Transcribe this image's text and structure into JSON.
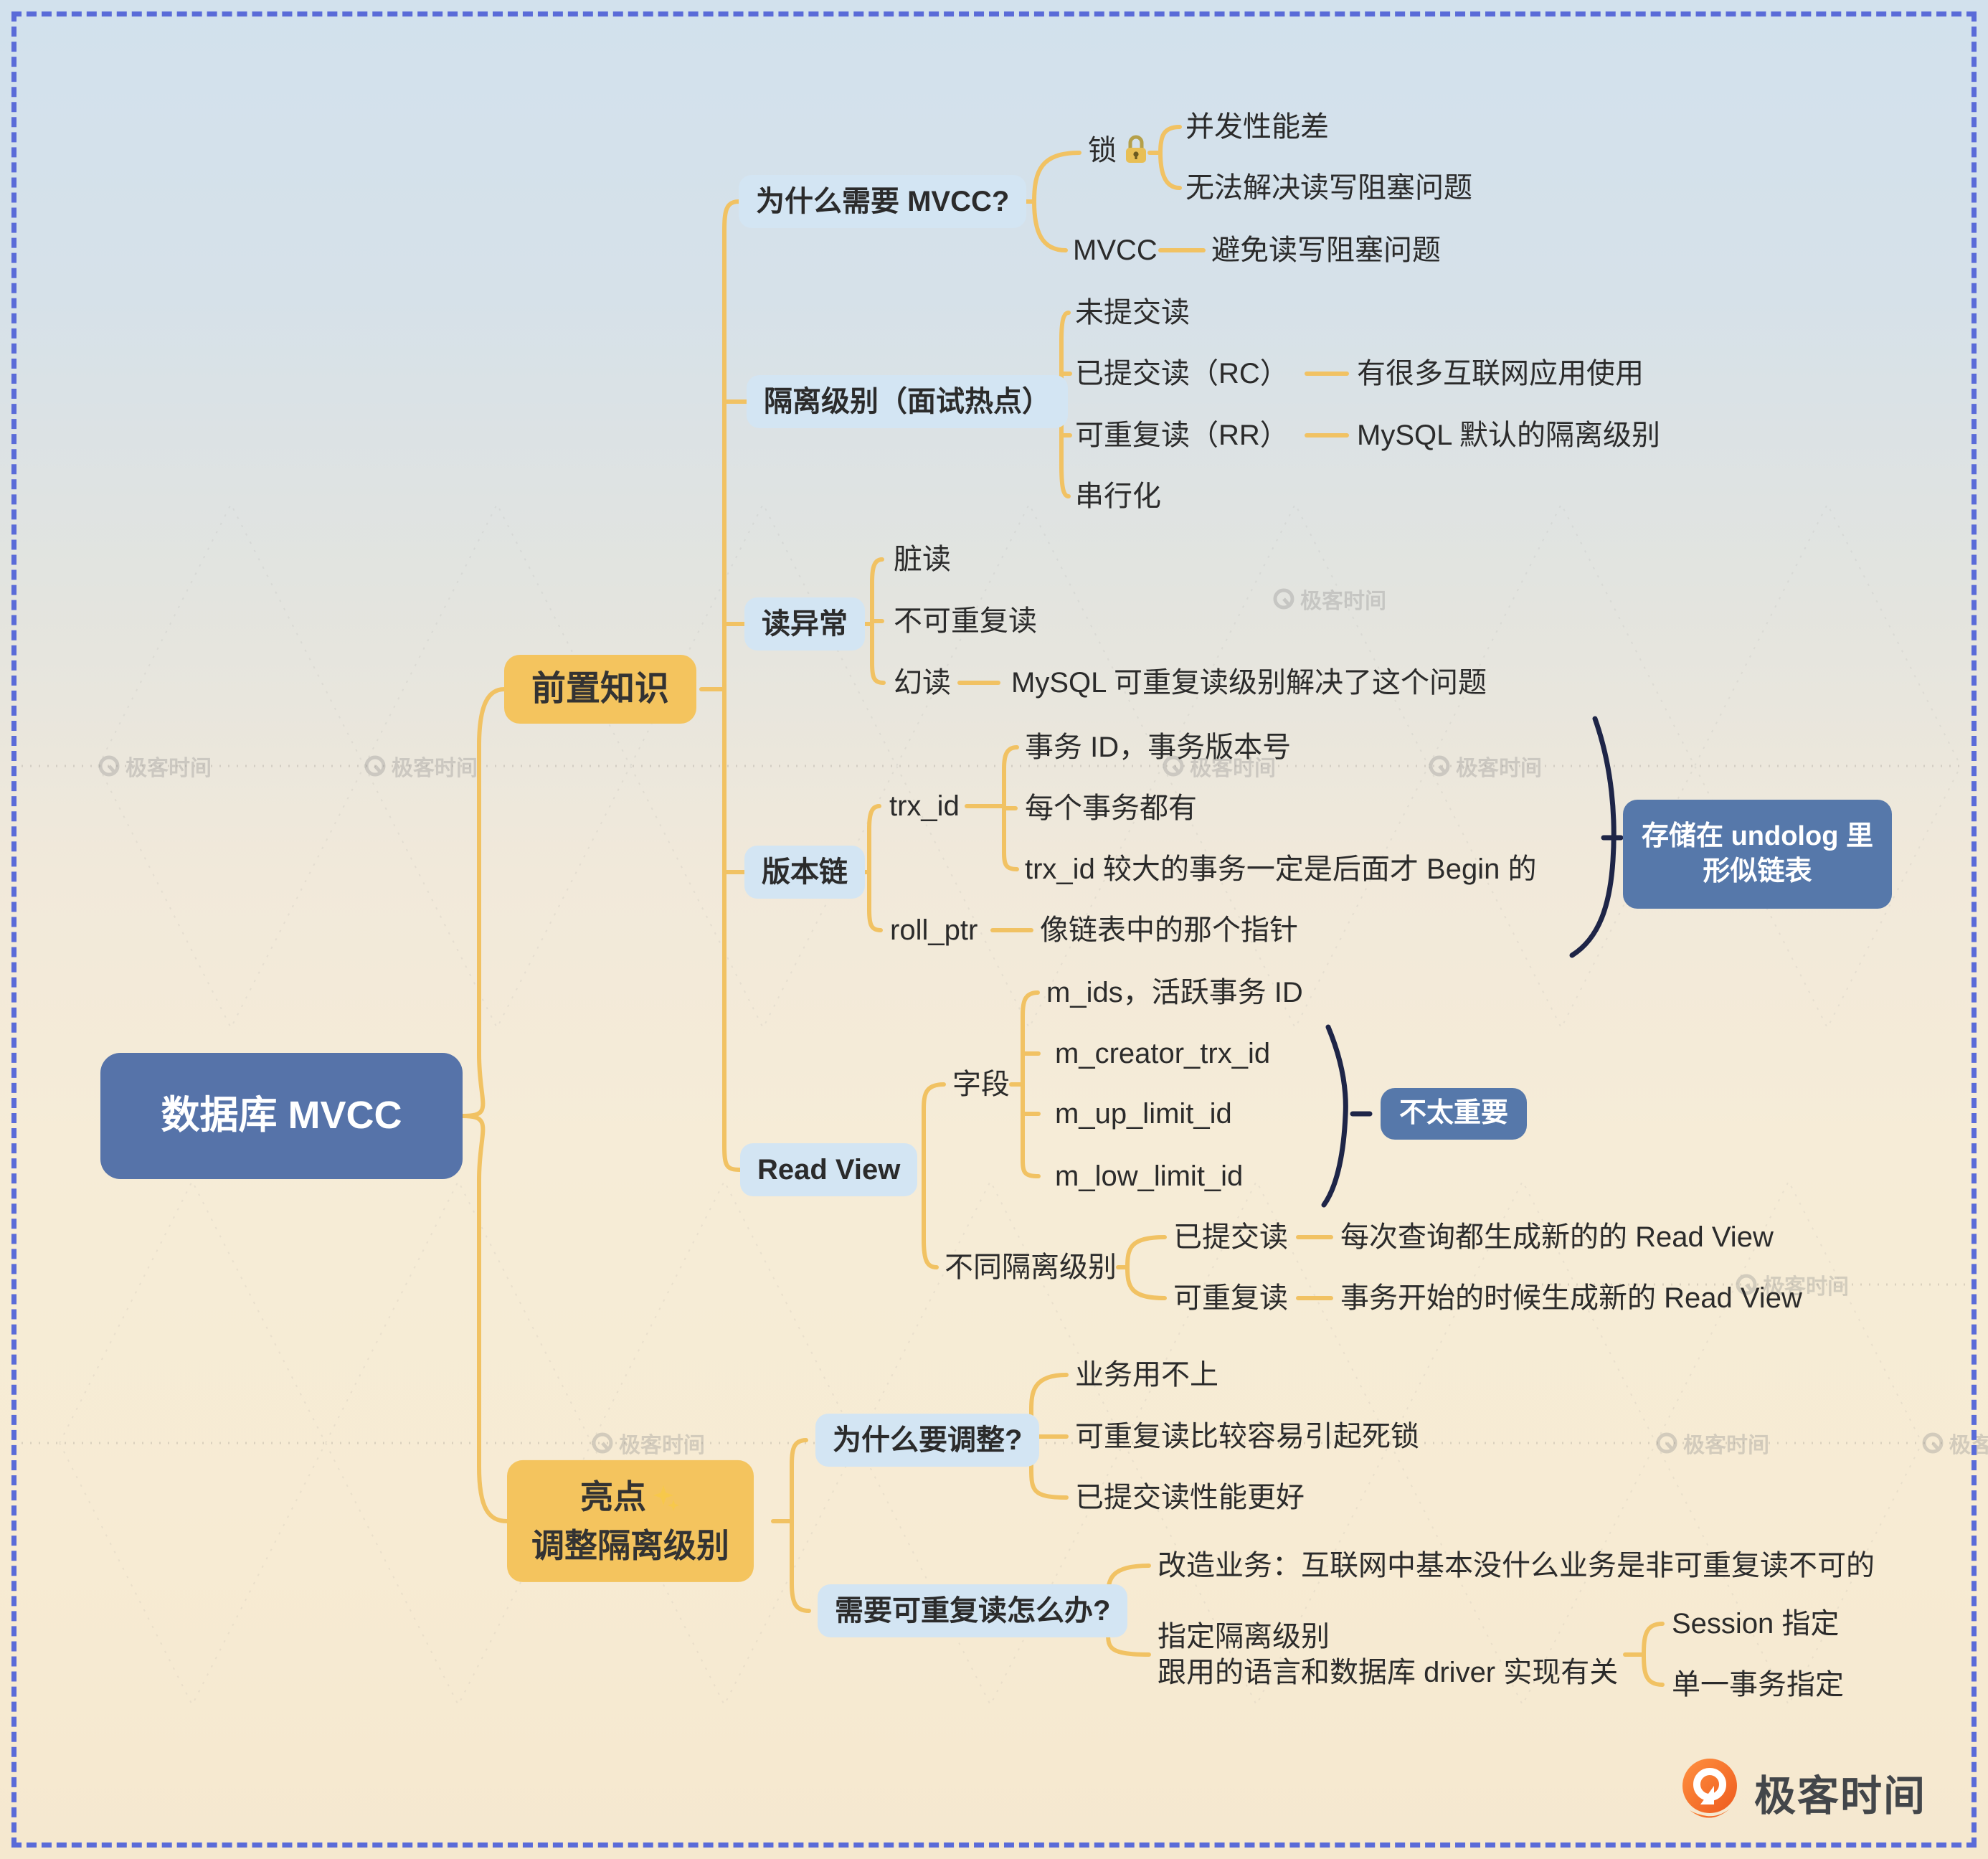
{
  "nodes": {
    "root": "数据库 MVCC",
    "prereq": "前置知识",
    "why_mvcc": "为什么需要 MVCC?",
    "lock": "锁",
    "lock_bad_concurrency": "并发性能差",
    "lock_rw_block": "无法解决读写阻塞问题",
    "mvcc": "MVCC",
    "mvcc_avoid": "避免读写阻塞问题",
    "isolation": "隔离级别（面试热点）",
    "read_uncommitted": "未提交读",
    "read_committed": "已提交读（RC）",
    "rc_note": "有很多互联网应用使用",
    "repeatable_read": "可重复读（RR）",
    "rr_note": "MySQL 默认的隔离级别",
    "serializable": "串行化",
    "read_anomaly": "读异常",
    "dirty_read": "脏读",
    "non_repeatable": "不可重复读",
    "phantom": "幻读",
    "phantom_note": "MySQL 可重复读级别解决了这个问题",
    "version_chain": "版本链",
    "trx_id": "trx_id",
    "trx_note1": "事务 ID，事务版本号",
    "trx_note2": "每个事务都有",
    "trx_note3": "trx_id 较大的事务一定是后面才 Begin 的",
    "roll_ptr": "roll_ptr",
    "roll_note": "像链表中的那个指针",
    "undolog_line1": "存储在 undolog 里",
    "undolog_line2": "形似链表",
    "read_view": "Read View",
    "fields": "字段",
    "m_ids": "m_ids，活跃事务 ID",
    "m_creator": "m_creator_trx_id",
    "m_up": "m_up_limit_id",
    "m_low": "m_low_limit_id",
    "not_important": "不太重要",
    "diff_iso": "不同隔离级别",
    "rc2": "已提交读",
    "rc2_note": "每次查询都生成新的的 Read View",
    "rr2": "可重复读",
    "rr2_note": "事务开始的时候生成新的 Read View",
    "highlight_line1": "亮点",
    "highlight_line2": "调整隔离级别",
    "why_adjust": "为什么要调整?",
    "adj1": "业务用不上",
    "adj2": "可重复读比较容易引起死锁",
    "adj3": "已提交读性能更好",
    "need_rr": "需要可重复读怎么办?",
    "rebuild": "改造业务：互联网中基本没什么业务是非可重复读不可的",
    "specify1": "指定隔离级别",
    "specify2": "跟用的语言和数据库 driver 实现有关",
    "session": "Session 指定",
    "single_trx": "单一事务指定"
  },
  "watermark": {
    "label": "极客时间"
  },
  "logo": {
    "label": "极客时间"
  },
  "colors": {
    "branch_line": "#f1c263",
    "brace": "#1e2547",
    "node_blue_bg": "#d3e5f3",
    "node_yellow_bg": "#f4c45e",
    "root_bg": "#5673a9",
    "navy_note_bg": "#5678aa",
    "border_dashed": "#5a6bd8",
    "logo_orange": "#f26522"
  }
}
